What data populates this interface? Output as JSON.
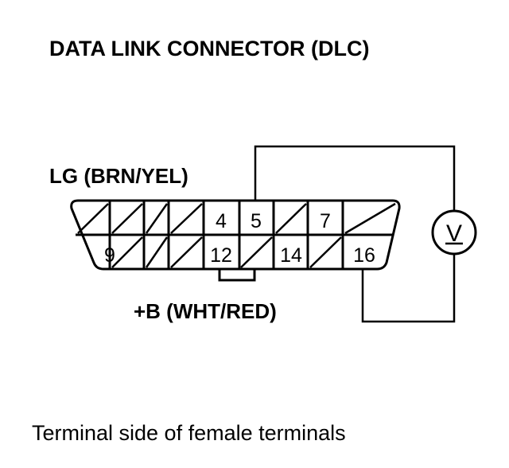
{
  "title": "DATA LINK CONNECTOR (DLC)",
  "labels": {
    "lg": "LG (BRN/YEL)",
    "b_plus": "+B (WHT/RED)",
    "caption": "Terminal side of female terminals"
  },
  "meter": {
    "symbol": "V"
  },
  "connector": {
    "top_row": [
      "",
      "",
      "",
      "4",
      "5",
      "",
      "7",
      ""
    ],
    "bottom_row": [
      "9",
      "",
      "",
      "12",
      "",
      "14",
      "",
      "16"
    ]
  }
}
